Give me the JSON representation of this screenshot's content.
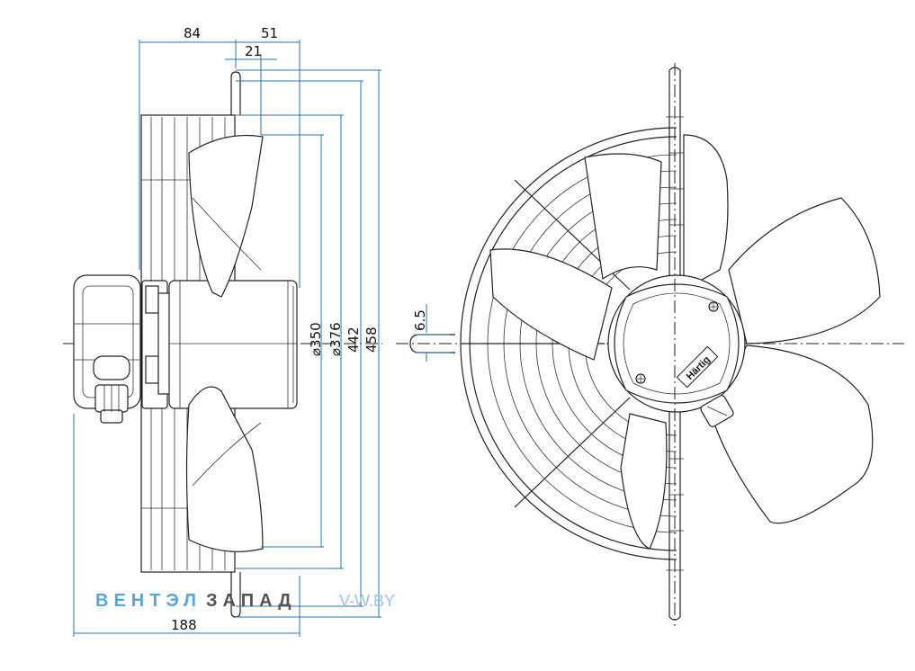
{
  "dimensions": {
    "d84": "84",
    "d51": "51",
    "d21": "21",
    "d188": "188",
    "d65": "6.5",
    "d350": "⌀350",
    "d376": "⌀376",
    "d442": "442",
    "d458": "458"
  },
  "watermark": {
    "part_a": "ВЕНТЭЛ",
    "part_b": "ЗАПАД",
    "site": "V-W.BY"
  },
  "nameplate": "Härtig",
  "icons": [
    "axial-fan-side-view",
    "axial-fan-front-view",
    "guard-grille",
    "fan-blade",
    "terminal-box",
    "cable-gland"
  ]
}
